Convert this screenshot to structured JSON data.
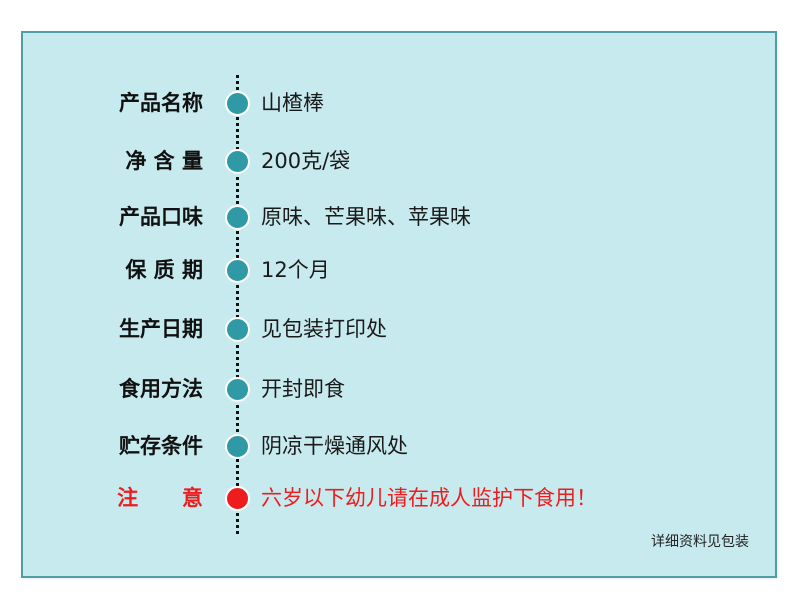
{
  "colors": {
    "panel_bg": "#c7eaef",
    "panel_border": "#4f9da6",
    "dot_normal": "#2f9aa5",
    "dot_warning": "#ee1c1c",
    "warning_text": "#ee1c1c"
  },
  "rows": [
    {
      "label": "产品名称",
      "value": "山楂棒",
      "icon": "teal-dot-icon"
    },
    {
      "label": "净 含 量",
      "value": "200克/袋",
      "icon": "teal-dot-icon"
    },
    {
      "label": "产品口味",
      "value": "原味、芒果味、苹果味",
      "icon": "teal-dot-icon"
    },
    {
      "label": "保 质 期",
      "value": "12个月",
      "icon": "teal-dot-icon"
    },
    {
      "label": "生产日期",
      "value": "见包装打印处",
      "icon": "teal-dot-icon"
    },
    {
      "label": "食用方法",
      "value": "开封即食",
      "icon": "teal-dot-icon"
    },
    {
      "label": "贮存条件",
      "value": "阴凉干燥通风处",
      "icon": "teal-dot-icon"
    },
    {
      "label": "注      意",
      "value": "六岁以下幼儿请在成人监护下食用！",
      "icon": "red-dot-icon"
    }
  ],
  "footnote": "详细资料见包装"
}
